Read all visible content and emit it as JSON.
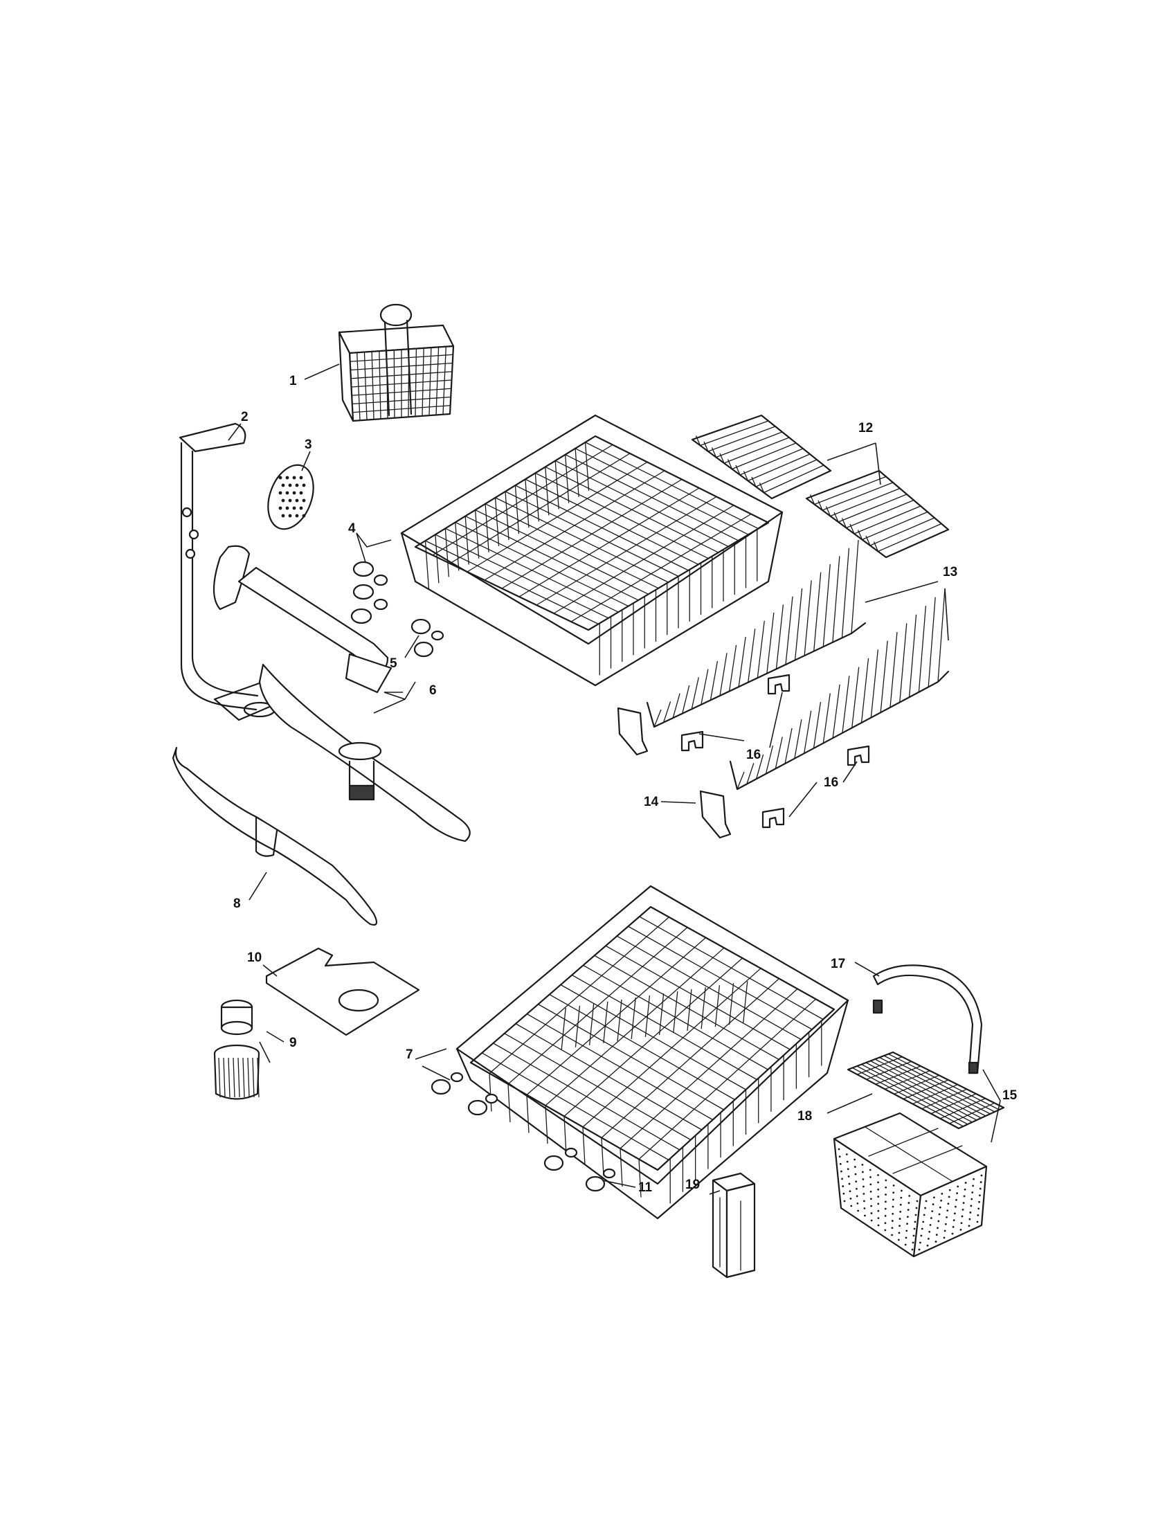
{
  "callouts": [
    {
      "id": "1",
      "label": "1"
    },
    {
      "id": "2",
      "label": "2"
    },
    {
      "id": "3",
      "label": "3"
    },
    {
      "id": "4",
      "label": "4"
    },
    {
      "id": "5",
      "label": "5"
    },
    {
      "id": "6",
      "label": "6"
    },
    {
      "id": "7",
      "label": "7"
    },
    {
      "id": "8",
      "label": "8"
    },
    {
      "id": "9",
      "label": "9"
    },
    {
      "id": "10",
      "label": "10"
    },
    {
      "id": "11",
      "label": "11"
    },
    {
      "id": "12",
      "label": "12"
    },
    {
      "id": "13",
      "label": "13"
    },
    {
      "id": "14",
      "label": "14"
    },
    {
      "id": "15",
      "label": "15"
    },
    {
      "id": "16a",
      "label": "16"
    },
    {
      "id": "16b",
      "label": "16"
    },
    {
      "id": "17",
      "label": "17"
    },
    {
      "id": "18",
      "label": "18"
    },
    {
      "id": "19",
      "label": "19"
    }
  ]
}
